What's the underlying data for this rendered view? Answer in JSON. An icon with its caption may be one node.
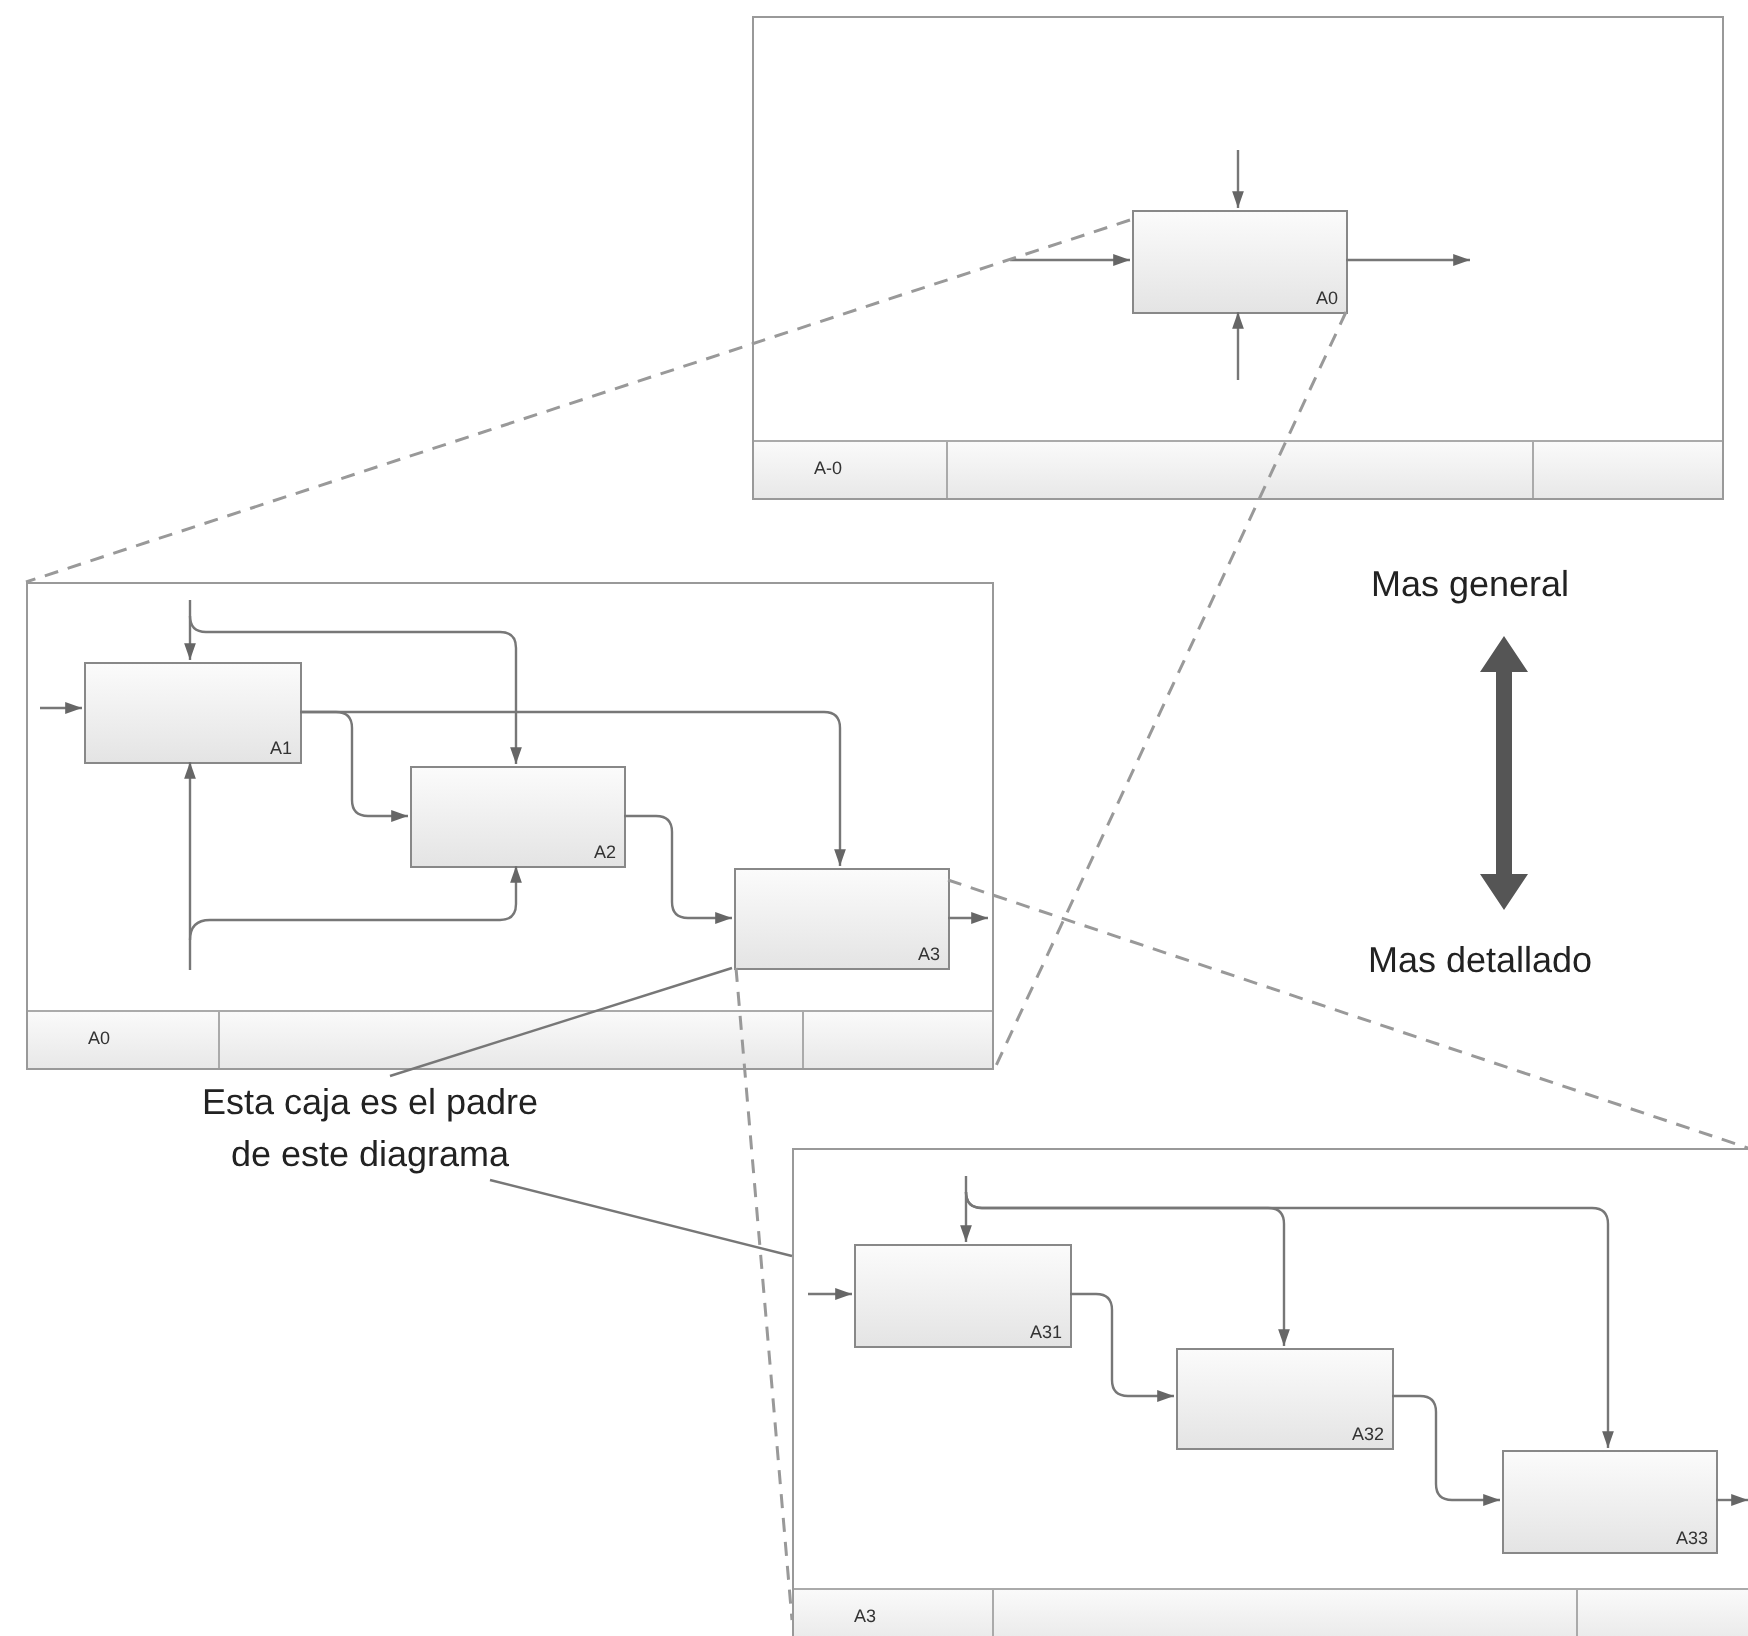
{
  "diagram": {
    "nodes": [
      {
        "text": [
          "A-0"
        ]
      },
      {
        "text": [
          "A0"
        ],
        "in": 0
      },
      {
        "text": [
          "A0"
        ]
      },
      {
        "text": [
          "A1"
        ],
        "in": 2
      },
      {
        "text": [
          "A2"
        ],
        "in": 2
      },
      {
        "text": [
          "A3"
        ],
        "in": 2
      },
      {
        "text": [
          "A3"
        ]
      },
      {
        "text": [
          "A31"
        ],
        "in": 6
      },
      {
        "text": [
          "A32"
        ],
        "in": 6
      },
      {
        "text": [
          "A33"
        ],
        "in": 6
      },
      {
        "text": [
          "Esta caja es el padre de este diagrama"
        ]
      }
    ],
    "edges": [
      {
        "from": null,
        "to": 1,
        "arrow": "to"
      },
      {
        "from": null,
        "to": 1,
        "arrow": "to"
      },
      {
        "from": null,
        "to": 1,
        "arrow": "to"
      },
      {
        "from": 1,
        "to": null,
        "arrow": "to"
      },
      {
        "from": 1,
        "to": 2,
        "arrow": "none",
        "style": "dashed"
      },
      {
        "from": 1,
        "to": 2,
        "arrow": "none",
        "style": "dashed"
      },
      {
        "from": null,
        "to": 3,
        "arrow": "to"
      },
      {
        "from": null,
        "to": 3,
        "arrow": "to"
      },
      {
        "from": null,
        "to": 4,
        "arrow": "to"
      },
      {
        "from": 3,
        "to": 4,
        "arrow": "to"
      },
      {
        "from": 3,
        "to": 5,
        "arrow": "to"
      },
      {
        "from": null,
        "to": 3,
        "arrow": "to"
      },
      {
        "from": null,
        "to": 4,
        "arrow": "to"
      },
      {
        "from": 4,
        "to": 5,
        "arrow": "to"
      },
      {
        "from": 5,
        "to": null,
        "arrow": "to"
      },
      {
        "from": 5,
        "to": 6,
        "arrow": "none",
        "style": "dashed"
      },
      {
        "from": 5,
        "to": 6,
        "arrow": "none",
        "style": "dashed"
      },
      {
        "from": null,
        "to": 7,
        "arrow": "to"
      },
      {
        "from": null,
        "to": 7,
        "arrow": "to"
      },
      {
        "from": null,
        "to": 8,
        "arrow": "to"
      },
      {
        "from": null,
        "to": 9,
        "arrow": "to"
      },
      {
        "from": 7,
        "to": 8,
        "arrow": "to"
      },
      {
        "from": 8,
        "to": 9,
        "arrow": "to"
      },
      {
        "from": 9,
        "to": null,
        "arrow": "to"
      },
      {
        "from": 10,
        "to": 5,
        "arrow": "none"
      },
      {
        "from": 10,
        "to": 6,
        "arrow": "none"
      }
    ],
    "labels": [
      "Mas general",
      "Mas detallado"
    ]
  }
}
